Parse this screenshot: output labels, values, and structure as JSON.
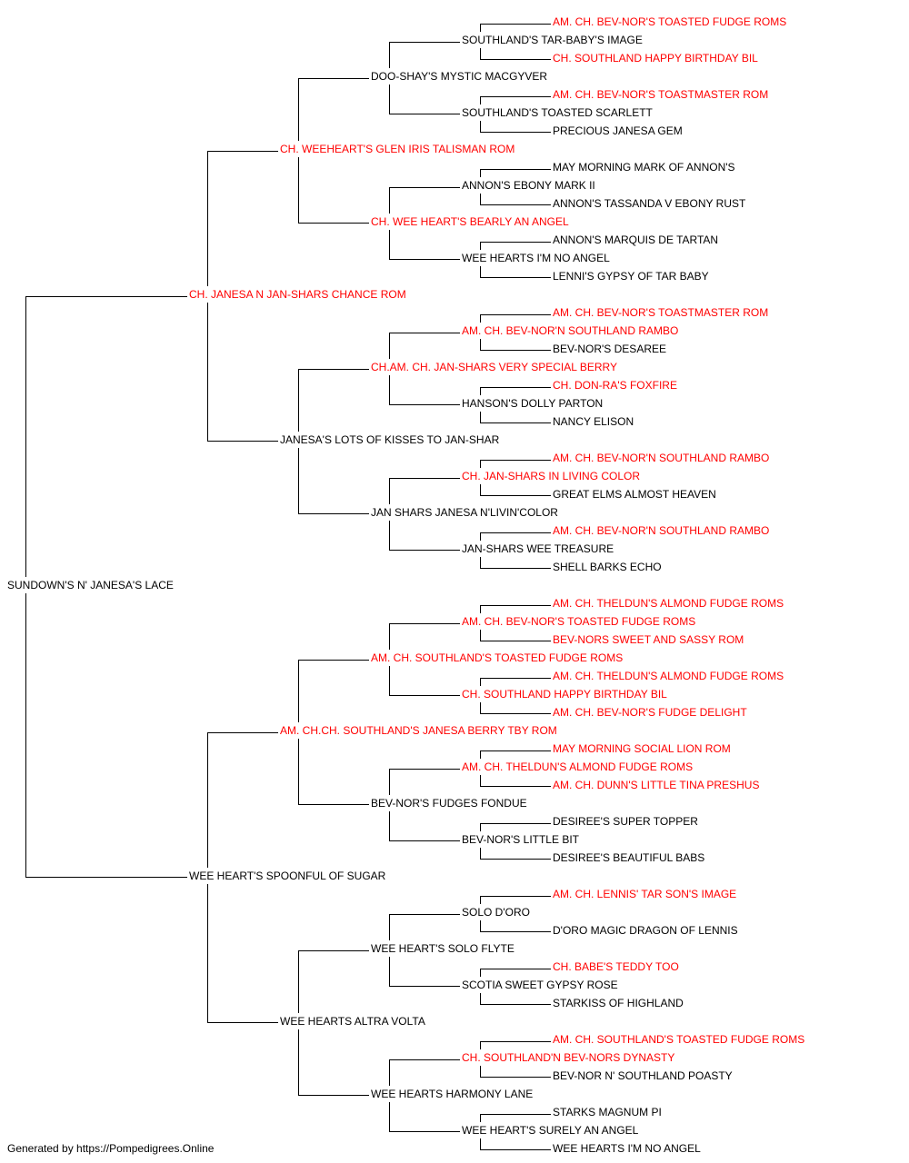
{
  "colors": {
    "champion": "#ff0000",
    "regular": "#000000",
    "connector": "#000000"
  },
  "pedigree": {
    "name": "SUNDOWN'S N' JANESA'S LACE",
    "champion": false,
    "parents": [
      {
        "name": "CH. JANESA N JAN-SHARS CHANCE ROM",
        "champion": true,
        "parents": [
          {
            "name": "CH. WEEHEART'S GLEN IRIS TALISMAN ROM",
            "champion": true,
            "parents": [
              {
                "name": "DOO-SHAY'S MYSTIC MACGYVER",
                "champion": false,
                "parents": [
                  {
                    "name": "SOUTHLAND'S TAR-BABY'S IMAGE",
                    "champion": false,
                    "parents": [
                      {
                        "name": "AM. CH. BEV-NOR'S TOASTED FUDGE ROMS",
                        "champion": true
                      },
                      {
                        "name": "CH. SOUTHLAND HAPPY BIRTHDAY BIL",
                        "champion": true
                      }
                    ]
                  },
                  {
                    "name": "SOUTHLAND'S TOASTED SCARLETT",
                    "champion": false,
                    "parents": [
                      {
                        "name": "AM. CH. BEV-NOR'S TOASTMASTER ROM",
                        "champion": true
                      },
                      {
                        "name": "PRECIOUS JANESA GEM",
                        "champion": false
                      }
                    ]
                  }
                ]
              },
              {
                "name": "CH. WEE HEART'S BEARLY AN ANGEL",
                "champion": true,
                "parents": [
                  {
                    "name": "ANNON'S EBONY MARK II",
                    "champion": false,
                    "parents": [
                      {
                        "name": "MAY MORNING MARK OF ANNON'S",
                        "champion": false
                      },
                      {
                        "name": "ANNON'S TASSANDA V EBONY RUST",
                        "champion": false
                      }
                    ]
                  },
                  {
                    "name": "WEE HEARTS I'M NO ANGEL",
                    "champion": false,
                    "parents": [
                      {
                        "name": "ANNON'S MARQUIS DE TARTAN",
                        "champion": false
                      },
                      {
                        "name": "LENNI'S GYPSY OF TAR BABY",
                        "champion": false
                      }
                    ]
                  }
                ]
              }
            ]
          },
          {
            "name": "JANESA'S LOTS OF KISSES TO JAN-SHAR",
            "champion": false,
            "parents": [
              {
                "name": "CH.AM. CH. JAN-SHARS VERY SPECIAL BERRY",
                "champion": true,
                "parents": [
                  {
                    "name": "AM. CH. BEV-NOR'N SOUTHLAND RAMBO",
                    "champion": true,
                    "parents": [
                      {
                        "name": "AM. CH. BEV-NOR'S TOASTMASTER ROM",
                        "champion": true
                      },
                      {
                        "name": "BEV-NOR'S DESAREE",
                        "champion": false
                      }
                    ]
                  },
                  {
                    "name": "HANSON'S DOLLY PARTON",
                    "champion": false,
                    "parents": [
                      {
                        "name": "CH. DON-RA'S FOXFIRE",
                        "champion": true
                      },
                      {
                        "name": "NANCY ELISON",
                        "champion": false
                      }
                    ]
                  }
                ]
              },
              {
                "name": "JAN SHARS JANESA N'LIVIN'COLOR",
                "champion": false,
                "parents": [
                  {
                    "name": "CH. JAN-SHARS IN LIVING COLOR",
                    "champion": true,
                    "parents": [
                      {
                        "name": "AM. CH. BEV-NOR'N SOUTHLAND RAMBO",
                        "champion": true
                      },
                      {
                        "name": "GREAT ELMS ALMOST HEAVEN",
                        "champion": false
                      }
                    ]
                  },
                  {
                    "name": "JAN-SHARS WEE TREASURE",
                    "champion": false,
                    "parents": [
                      {
                        "name": "AM. CH. BEV-NOR'N SOUTHLAND RAMBO",
                        "champion": true
                      },
                      {
                        "name": "SHELL BARKS ECHO",
                        "champion": false
                      }
                    ]
                  }
                ]
              }
            ]
          }
        ]
      },
      {
        "name": "WEE HEART'S SPOONFUL OF SUGAR",
        "champion": false,
        "parents": [
          {
            "name": "AM. CH.CH. SOUTHLAND'S JANESA BERRY TBY ROM",
            "champion": true,
            "parents": [
              {
                "name": "AM. CH. SOUTHLAND'S TOASTED FUDGE ROMS",
                "champion": true,
                "parents": [
                  {
                    "name": "AM. CH. BEV-NOR'S TOASTED FUDGE ROMS",
                    "champion": true,
                    "parents": [
                      {
                        "name": "AM. CH. THELDUN'S ALMOND FUDGE ROMS",
                        "champion": true
                      },
                      {
                        "name": "BEV-NORS SWEET AND SASSY ROM",
                        "champion": true
                      }
                    ]
                  },
                  {
                    "name": "CH. SOUTHLAND HAPPY BIRTHDAY BIL",
                    "champion": true,
                    "parents": [
                      {
                        "name": "AM. CH. THELDUN'S ALMOND FUDGE ROMS",
                        "champion": true
                      },
                      {
                        "name": "AM. CH. BEV-NOR'S FUDGE DELIGHT",
                        "champion": true
                      }
                    ]
                  }
                ]
              },
              {
                "name": "BEV-NOR'S FUDGES FONDUE",
                "champion": false,
                "parents": [
                  {
                    "name": "AM. CH. THELDUN'S ALMOND FUDGE ROMS",
                    "champion": true,
                    "parents": [
                      {
                        "name": "MAY MORNING SOCIAL LION ROM",
                        "champion": true
                      },
                      {
                        "name": "AM. CH. DUNN'S LITTLE TINA PRESHUS",
                        "champion": true
                      }
                    ]
                  },
                  {
                    "name": "BEV-NOR'S LITTLE BIT",
                    "champion": false,
                    "parents": [
                      {
                        "name": "DESIREE'S SUPER TOPPER",
                        "champion": false
                      },
                      {
                        "name": "DESIREE'S BEAUTIFUL BABS",
                        "champion": false
                      }
                    ]
                  }
                ]
              }
            ]
          },
          {
            "name": "WEE HEARTS ALTRA VOLTA",
            "champion": false,
            "parents": [
              {
                "name": "WEE HEART'S SOLO FLYTE",
                "champion": false,
                "parents": [
                  {
                    "name": "SOLO D'ORO",
                    "champion": false,
                    "parents": [
                      {
                        "name": "AM. CH. LENNIS' TAR SON'S IMAGE",
                        "champion": true
                      },
                      {
                        "name": "D'ORO MAGIC DRAGON OF LENNIS",
                        "champion": false
                      }
                    ]
                  },
                  {
                    "name": "SCOTIA SWEET GYPSY ROSE",
                    "champion": false,
                    "parents": [
                      {
                        "name": "CH. BABE'S TEDDY TOO",
                        "champion": true
                      },
                      {
                        "name": "STARKISS OF HIGHLAND",
                        "champion": false
                      }
                    ]
                  }
                ]
              },
              {
                "name": "WEE HEARTS HARMONY LANE",
                "champion": false,
                "parents": [
                  {
                    "name": "CH. SOUTHLAND'N BEV-NORS DYNASTY",
                    "champion": true,
                    "parents": [
                      {
                        "name": "AM. CH. SOUTHLAND'S TOASTED FUDGE ROMS",
                        "champion": true
                      },
                      {
                        "name": "BEV-NOR N' SOUTHLAND POASTY",
                        "champion": false
                      }
                    ]
                  },
                  {
                    "name": "WEE HEART'S SURELY AN ANGEL",
                    "champion": false,
                    "parents": [
                      {
                        "name": "STARKS MAGNUM PI",
                        "champion": false
                      },
                      {
                        "name": "WEE HEARTS I'M NO ANGEL",
                        "champion": false
                      }
                    ]
                  }
                ]
              }
            ]
          }
        ]
      }
    ]
  },
  "footer": {
    "credit": "Generated by https://Pompedigrees.Online"
  }
}
